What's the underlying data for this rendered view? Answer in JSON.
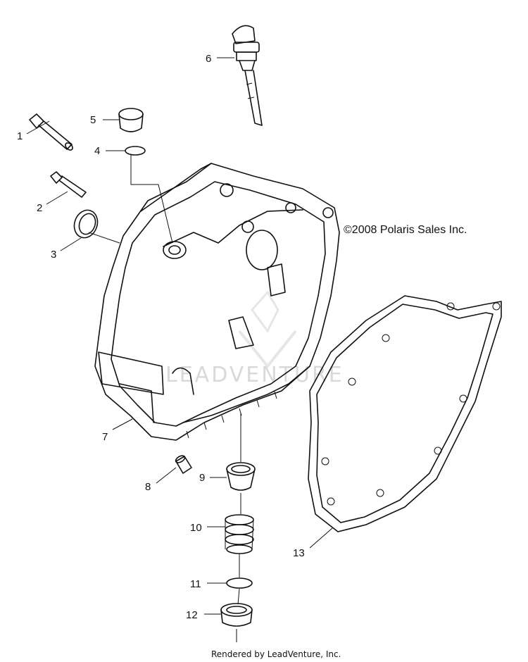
{
  "copyright": "©2008 Polaris Sales Inc.",
  "footer": "Rendered by LeadVenture, Inc.",
  "watermark": "LEADVENTURE",
  "callouts": [
    "1",
    "2",
    "3",
    "4",
    "5",
    "6",
    "7",
    "8",
    "9",
    "10",
    "11",
    "12",
    "13"
  ]
}
